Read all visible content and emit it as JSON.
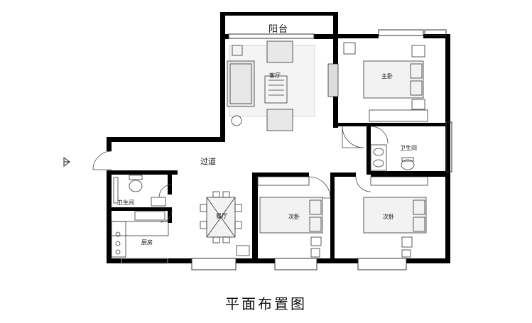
{
  "caption": "平面布置图",
  "rooms": {
    "balcony": "阳台",
    "living": "客厅",
    "hallway": "过道",
    "master_bedroom": "主卧",
    "bathroom_right": "卫生间",
    "bathroom_left": "卫生间",
    "dining": "餐厅",
    "kitchen": "厨房",
    "second_bedroom_a": "次卧",
    "second_bedroom_b": "次卧"
  }
}
